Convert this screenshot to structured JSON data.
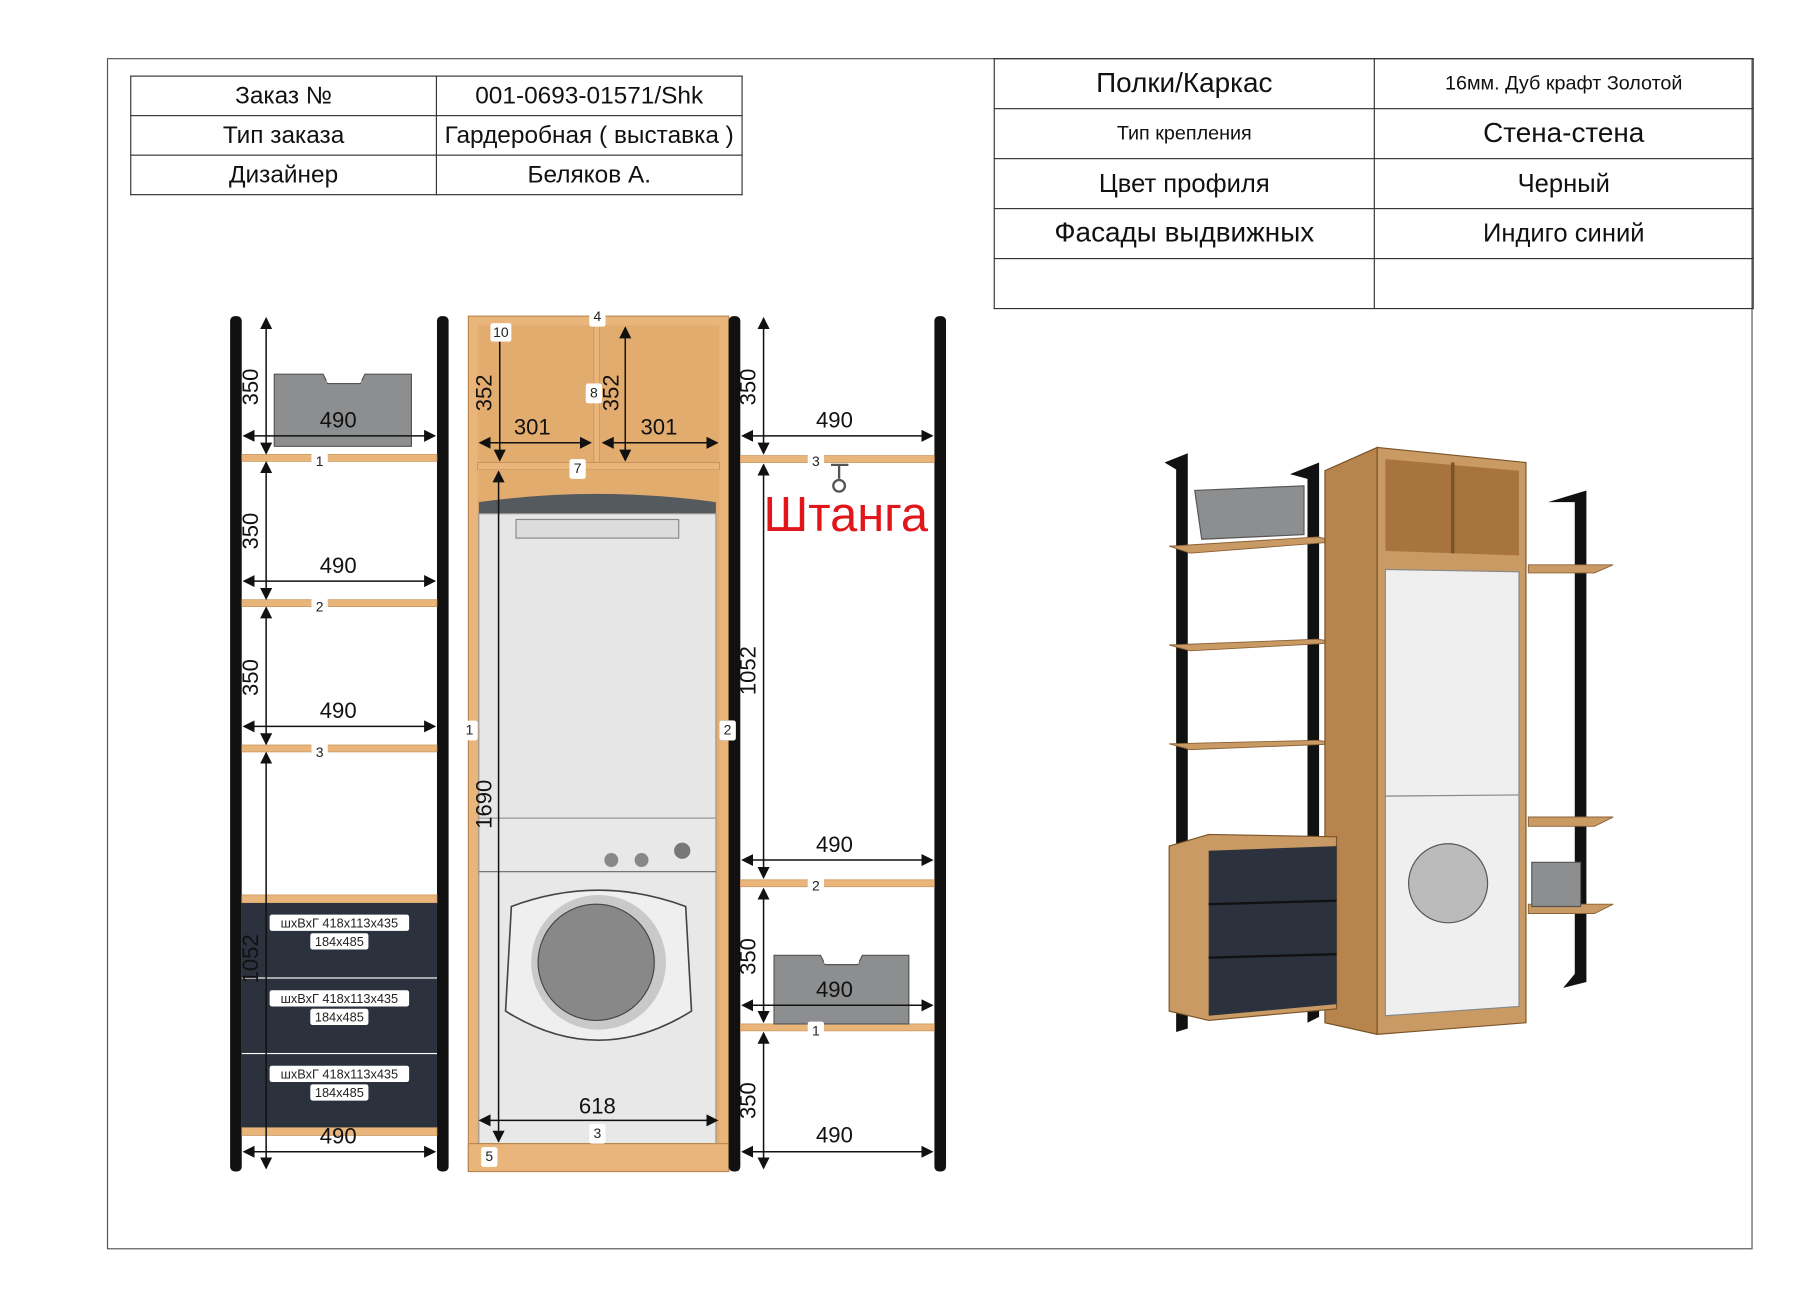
{
  "order_table": {
    "rows": [
      {
        "label": "Заказ №",
        "value": "001-0693-01571/Shk"
      },
      {
        "label": "Тип заказа",
        "value": "Гардеробная ( выставка )"
      },
      {
        "label": "Дизайнер",
        "value": "Беляков А."
      }
    ]
  },
  "spec_table": {
    "rows": [
      {
        "label": "Полки/Каркас",
        "value": "16мм. Дуб крафт Золотой"
      },
      {
        "label": "Тип крепления",
        "value": "Стена-стена"
      },
      {
        "label": "Цвет профиля",
        "value": "Черный"
      },
      {
        "label": "Фасады выдвижных",
        "value": "Индиго синий"
      },
      {
        "label": "",
        "value": ""
      }
    ]
  },
  "drawing": {
    "left": {
      "heights": [
        "350",
        "350",
        "350",
        "1052"
      ],
      "widths": [
        "490",
        "490",
        "490",
        "490"
      ],
      "shelves": [
        "1",
        "2",
        "3"
      ],
      "drawer_size": "шхВхГ 418х113х435",
      "drawer_front": "184x485"
    },
    "middle": {
      "top_panel": "4",
      "part_10": "10",
      "left_height": "352",
      "divider": "8",
      "right_height": "352",
      "left_width": "301",
      "right_width": "301",
      "shelf": "7",
      "side_left": "1",
      "side_right": "2",
      "niche_height": "1690",
      "niche_width": "618",
      "bottom_shelf": "3",
      "plinth": "5"
    },
    "right": {
      "h1": "350",
      "w1": "490",
      "shelf3": "3",
      "rod_label": "Штанга",
      "h2": "1052",
      "w2": "490",
      "shelf2": "2",
      "h3": "350",
      "w3": "490",
      "shelf1": "1",
      "h4": "350",
      "w4": "490"
    }
  },
  "colors": {
    "wood": "#e9b57a",
    "profile": "#111111",
    "drawer": "#2b323e",
    "accent": "#e0161b"
  }
}
